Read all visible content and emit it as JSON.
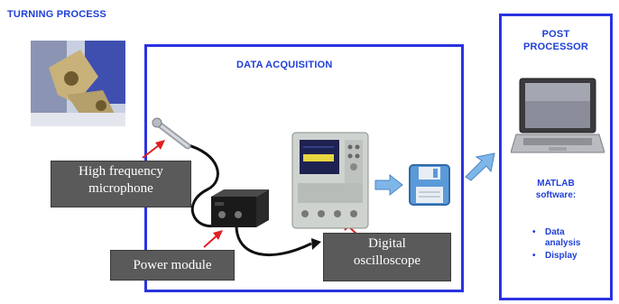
{
  "turning_title": "TURNING PROCESS",
  "acquisition_title": "DATA ACQUISITION",
  "post_title_line1": "POST",
  "post_title_line2": "PROCESSOR",
  "labels": {
    "microphone_line1": "High frequency",
    "microphone_line2": "microphone",
    "power_module": "Power module",
    "oscilloscope_line1": "Digital",
    "oscilloscope_line2": "oscilloscope"
  },
  "matlab": {
    "line1": "MATLAB",
    "line2": "software:",
    "bullets": [
      {
        "line1": "Data",
        "line2": "analysis"
      },
      {
        "line1": "Display",
        "line2": ""
      }
    ]
  },
  "colors": {
    "accent_blue": "#2a33e0",
    "title_blue": "#1f3fd6",
    "label_bg": "#5a5a5a",
    "arrow_light_blue": "#7fb6e8",
    "pointer_red": "#e02020"
  }
}
